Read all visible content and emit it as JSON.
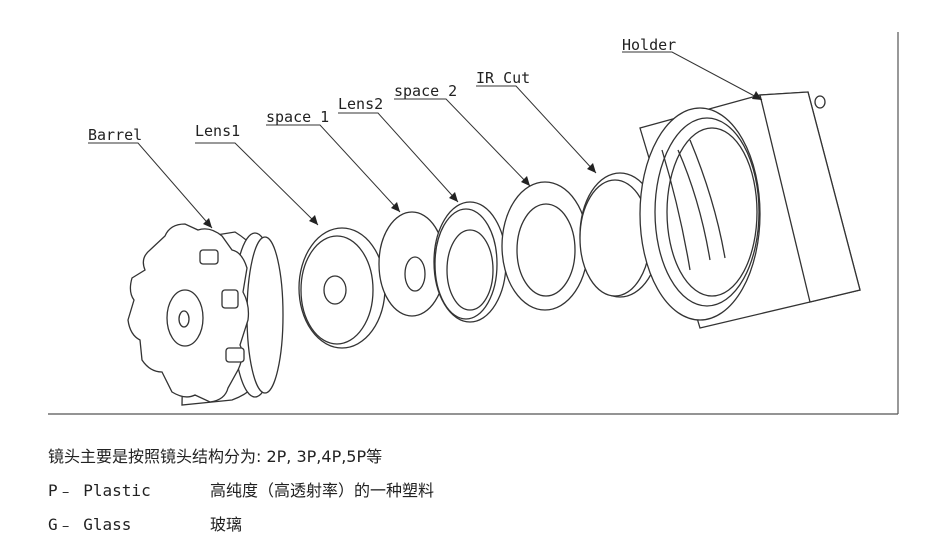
{
  "labels": {
    "barrel": "Barrel",
    "lens1": "Lens1",
    "space1": "space 1",
    "lens2": "Lens2",
    "space2": "space 2",
    "ircut": "IR Cut",
    "holder": "Holder"
  },
  "notes": {
    "intro": "镜头主要是按照镜头结构分为: 2P, 3P,4P,5P等",
    "p_code": "P﹣ Plastic",
    "p_desc": "高纯度（高透射率）的一种塑料",
    "g_code": "G﹣ Glass",
    "g_desc": "玻璃"
  }
}
